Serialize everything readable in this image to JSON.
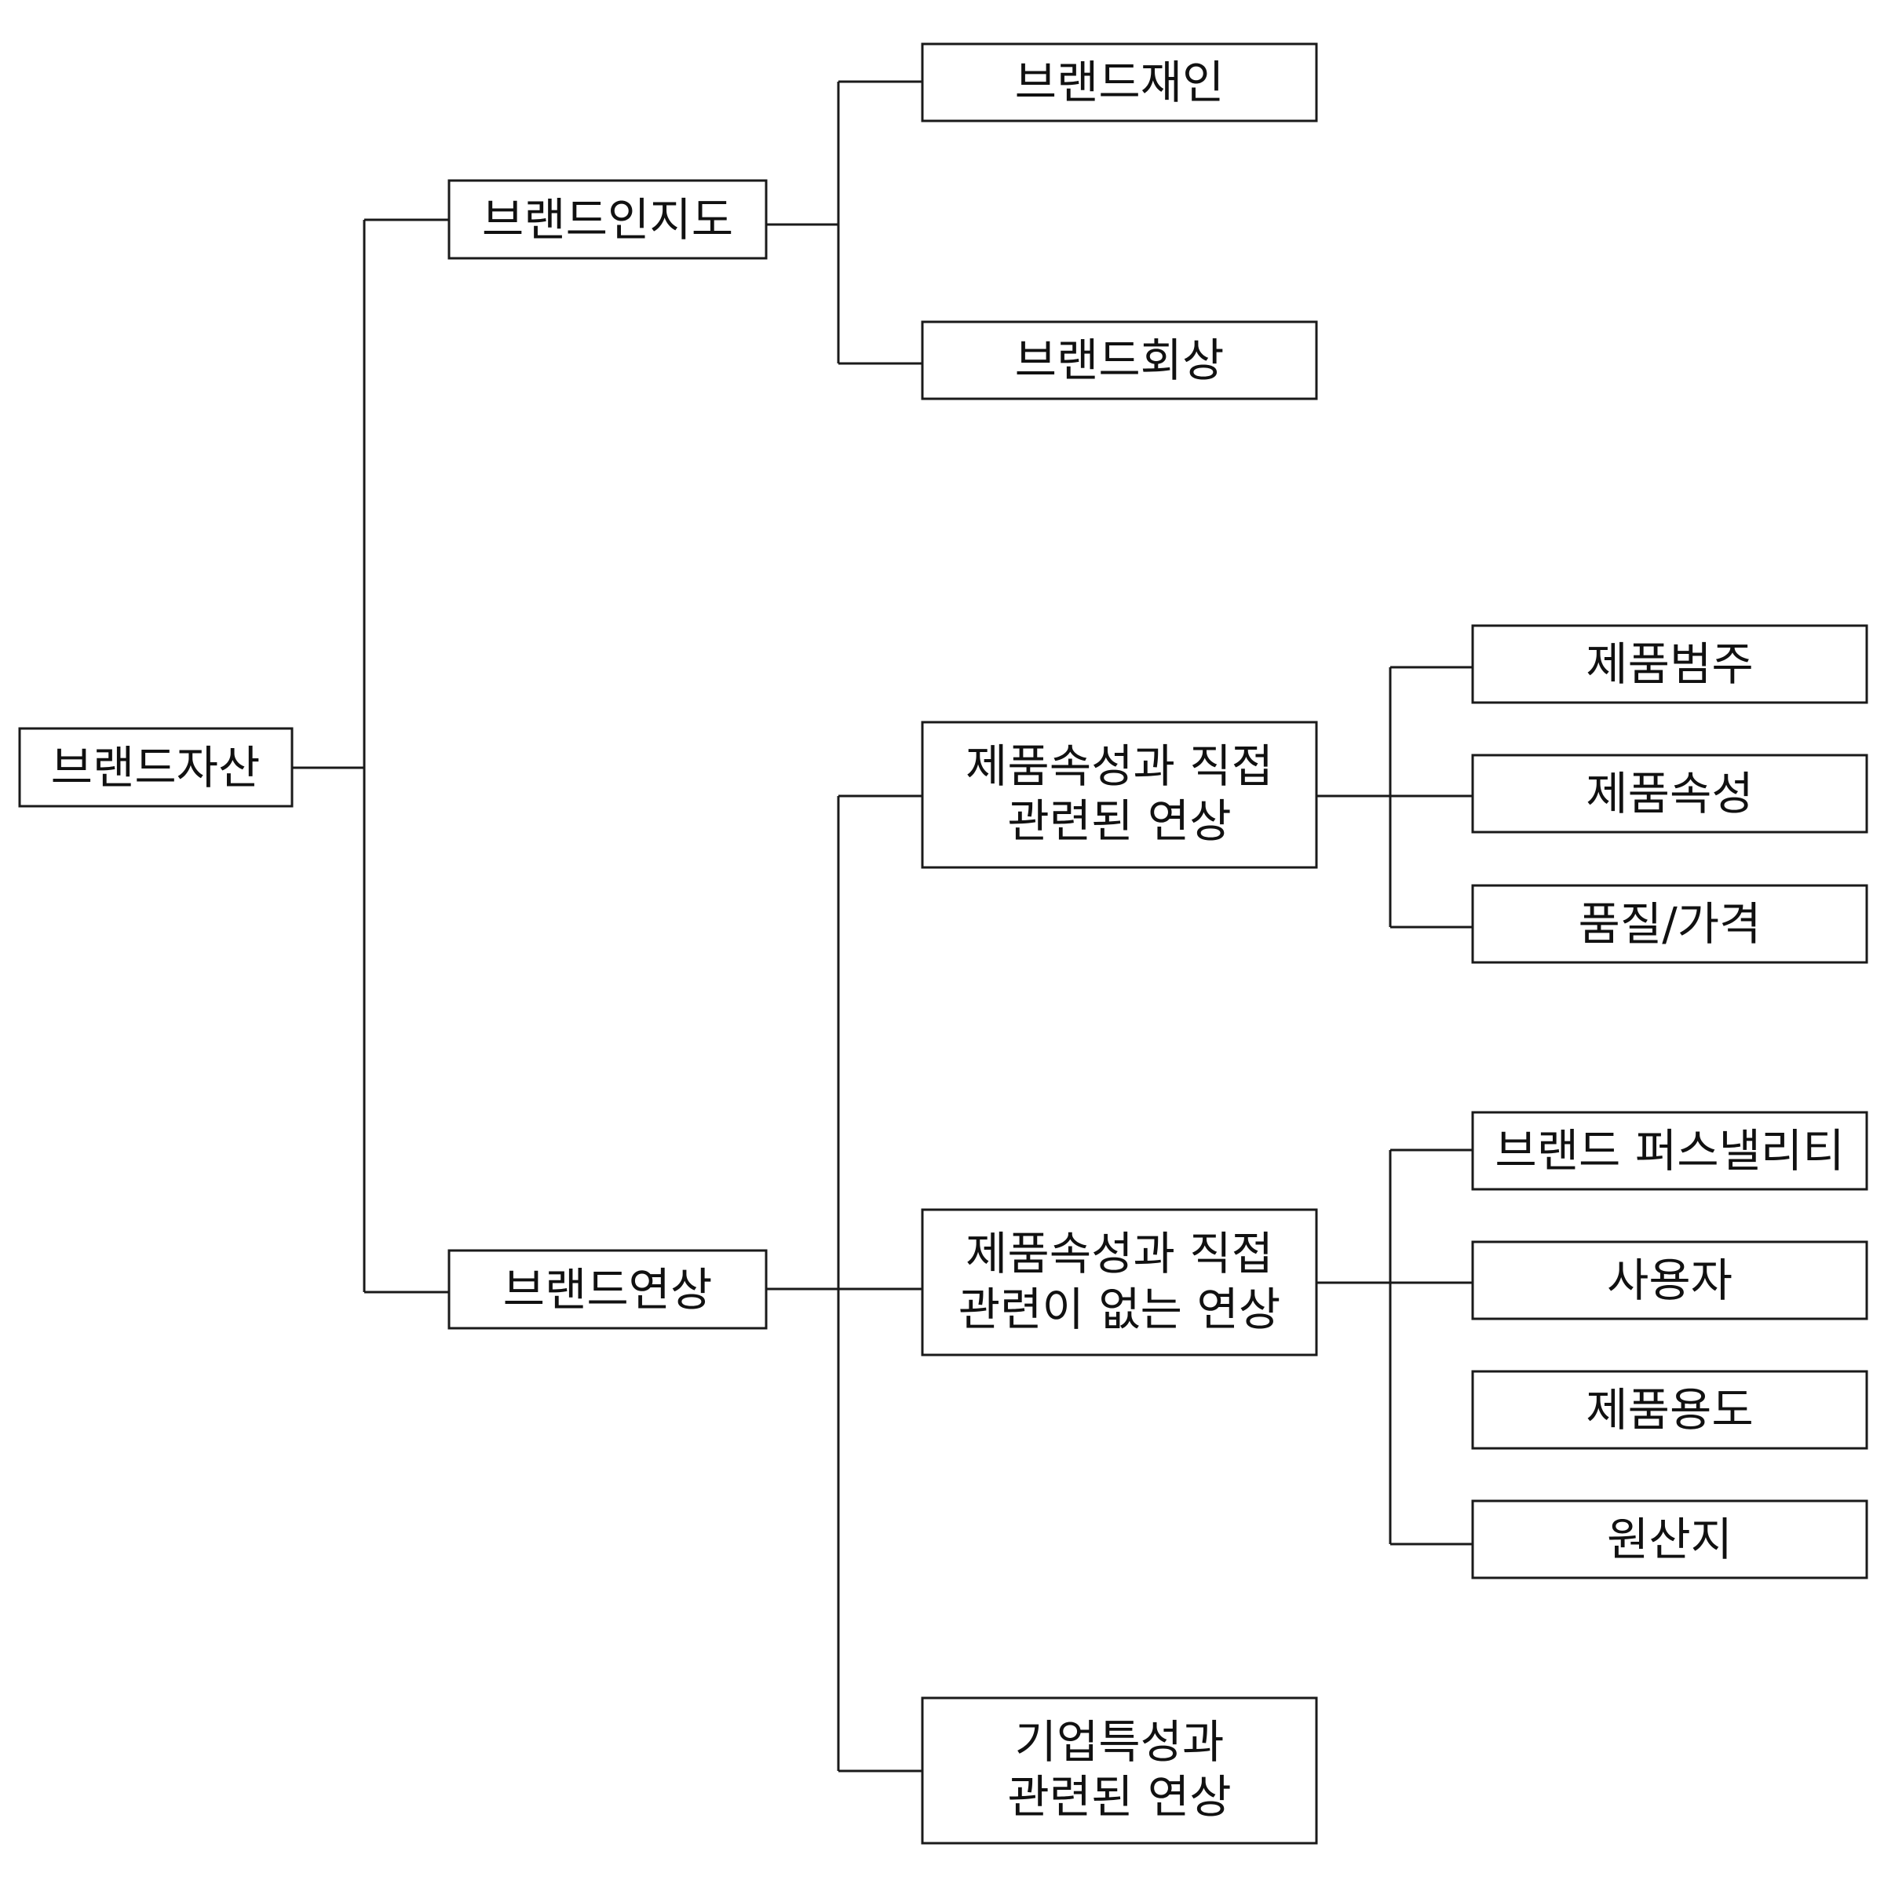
{
  "diagram": {
    "root": {
      "label": "브랜드자산"
    },
    "awareness": {
      "label": "브랜드인지도"
    },
    "recognition": {
      "label": "브랜드재인"
    },
    "recall": {
      "label": "브랜드회상"
    },
    "association": {
      "label": "브랜드연상"
    },
    "product_related": {
      "line1": "제품속성과 직접",
      "line2": "관련된 연상"
    },
    "non_product_related": {
      "line1": "제품속성과 직접",
      "line2": "관련이 없는 연상"
    },
    "corporate": {
      "line1": "기업특성과",
      "line2": "관련된 연상"
    },
    "product_category": {
      "label": "제품범주"
    },
    "product_attribute": {
      "label": "제품속성"
    },
    "quality_price": {
      "label": "품질/가격"
    },
    "brand_personality": {
      "label": "브랜드 퍼스낼리티"
    },
    "user": {
      "label": "사용자"
    },
    "product_usage": {
      "label": "제품용도"
    },
    "origin": {
      "label": "원산지"
    }
  }
}
